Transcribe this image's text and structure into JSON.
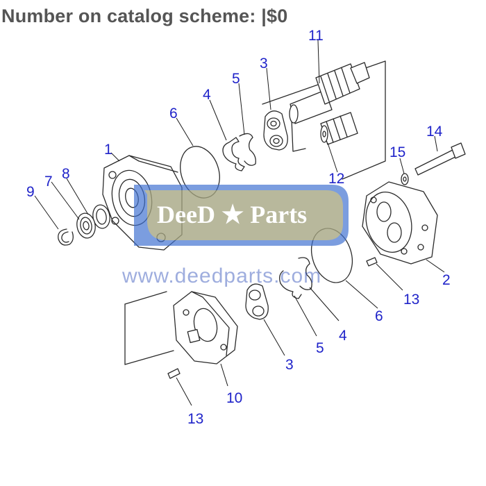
{
  "page": {
    "title": "Number on catalog scheme: |$0"
  },
  "callouts": [
    "1",
    "2",
    "3",
    "4",
    "5",
    "6",
    "7",
    "8",
    "9",
    "10",
    "11",
    "12",
    "13",
    "14",
    "15"
  ],
  "lower_callouts": {
    "c2": "2",
    "c13a": "13",
    "c6b": "6",
    "c4b": "4",
    "c5b": "5",
    "c3b": "3",
    "c10": "10",
    "c13b": "13"
  },
  "watermark": {
    "brand": "DeeD ★ Parts",
    "url": "www.deedparts.com",
    "color_blue": "#3d6fd0",
    "color_yellow": "#e8c64a"
  },
  "colors": {
    "callout": "#1f23c9",
    "line": "#2a2a2a",
    "title": "#555555"
  }
}
